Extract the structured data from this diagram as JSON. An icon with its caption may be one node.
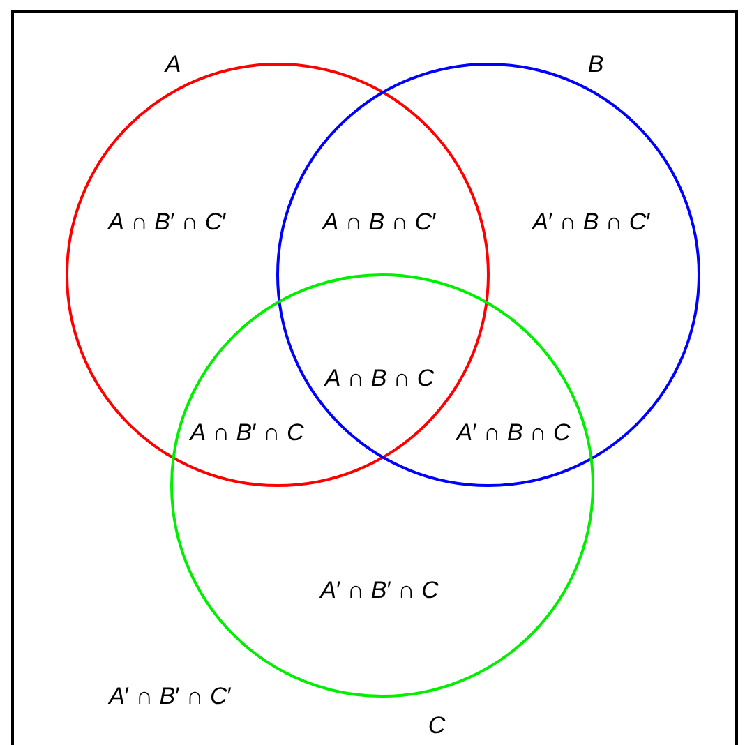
{
  "diagram": {
    "nodes": [
      {
        "text": [
          "*A*′ ∩ *B*′ ∩ *C*′"
        ]
      },
      {
        "text": [
          "*A*"
        ],
        "in": 0
      },
      {
        "text": [
          "*B*"
        ],
        "in": 0
      },
      {
        "text": [
          "*C*"
        ],
        "in": 0
      }
    ],
    "edges": [],
    "labels": [
      "*A* ∩ *B*′ ∩ *C*′",
      "*A* ∩ *B* ∩ *C*′",
      "*A*′ ∩ *B* ∩ *C*′",
      "*A* ∩ *B* ∩ *C*",
      "*A* ∩ *B*′ ∩ *C*",
      "*A*′ ∩ *B* ∩ *C*",
      "*A*′ ∩ *B*′ ∩ *C*"
    ]
  }
}
